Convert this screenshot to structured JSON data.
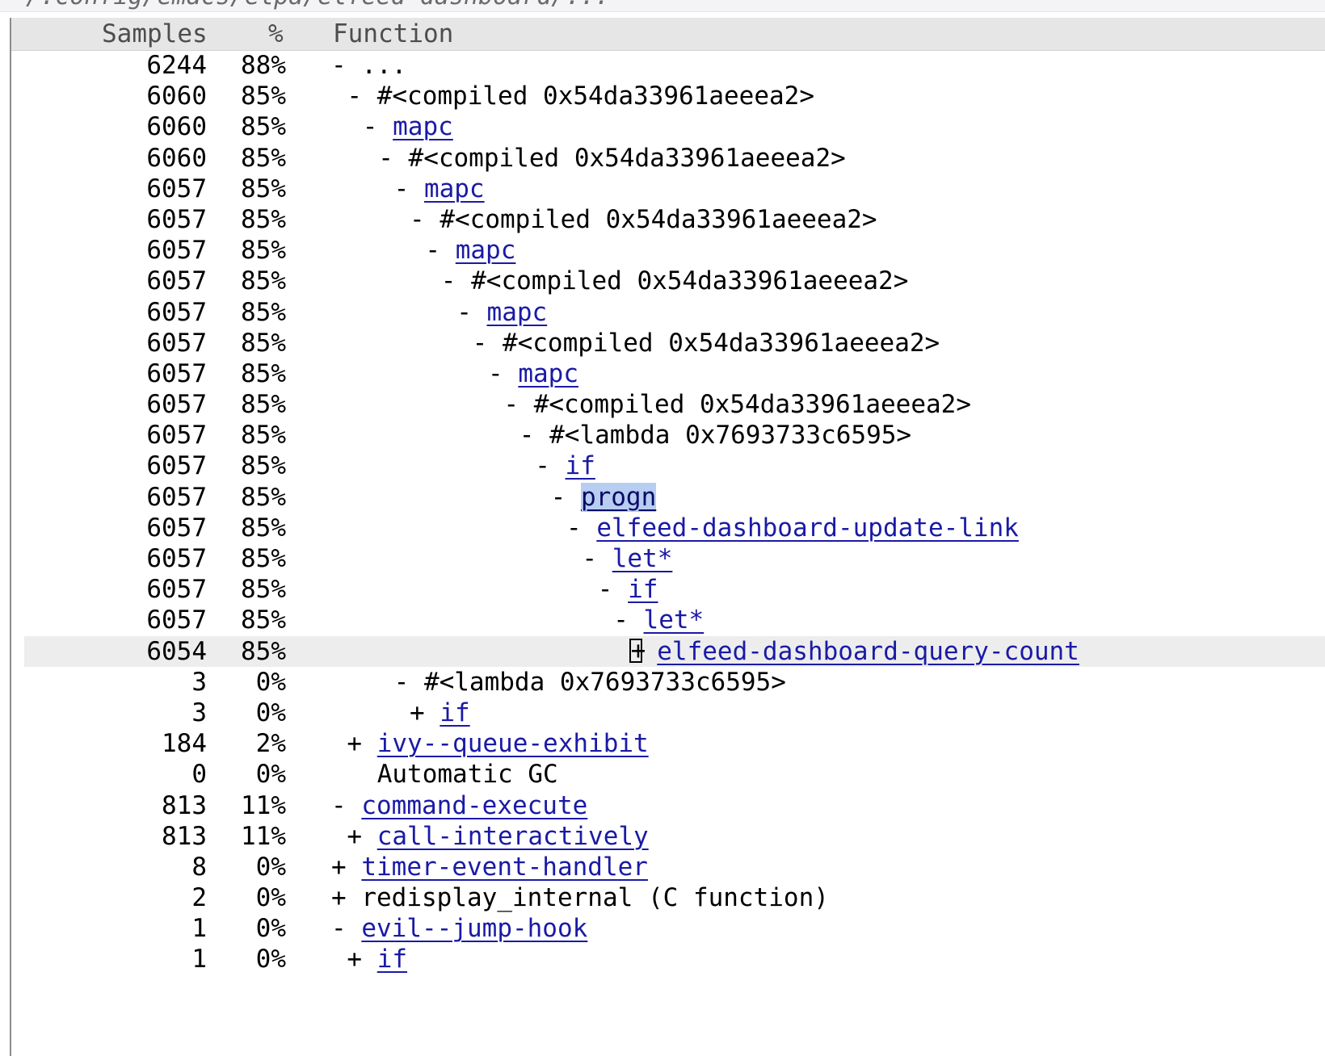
{
  "topbar": {
    "path_text": "~/.config/emacs/elpa/elfeed-dashboard/..."
  },
  "header": {
    "samples": "Samples",
    "percent": "%",
    "function": "Function"
  },
  "rows": [
    {
      "samples": "6244",
      "pct": "88%",
      "indent": 0,
      "marker": "-",
      "name": "...",
      "link": false
    },
    {
      "samples": "6060",
      "pct": "85%",
      "indent": 1,
      "marker": "-",
      "name": "#<compiled 0x54da33961aeeea2>",
      "link": false
    },
    {
      "samples": "6060",
      "pct": "85%",
      "indent": 2,
      "marker": "-",
      "name": "mapc",
      "link": true
    },
    {
      "samples": "6060",
      "pct": "85%",
      "indent": 3,
      "marker": "-",
      "name": "#<compiled 0x54da33961aeeea2>",
      "link": false
    },
    {
      "samples": "6057",
      "pct": "85%",
      "indent": 4,
      "marker": "-",
      "name": "mapc",
      "link": true
    },
    {
      "samples": "6057",
      "pct": "85%",
      "indent": 5,
      "marker": "-",
      "name": "#<compiled 0x54da33961aeeea2>",
      "link": false
    },
    {
      "samples": "6057",
      "pct": "85%",
      "indent": 6,
      "marker": "-",
      "name": "mapc",
      "link": true
    },
    {
      "samples": "6057",
      "pct": "85%",
      "indent": 7,
      "marker": "-",
      "name": "#<compiled 0x54da33961aeeea2>",
      "link": false
    },
    {
      "samples": "6057",
      "pct": "85%",
      "indent": 8,
      "marker": "-",
      "name": "mapc",
      "link": true
    },
    {
      "samples": "6057",
      "pct": "85%",
      "indent": 9,
      "marker": "-",
      "name": "#<compiled 0x54da33961aeeea2>",
      "link": false
    },
    {
      "samples": "6057",
      "pct": "85%",
      "indent": 10,
      "marker": "-",
      "name": "mapc",
      "link": true
    },
    {
      "samples": "6057",
      "pct": "85%",
      "indent": 11,
      "marker": "-",
      "name": "#<compiled 0x54da33961aeeea2>",
      "link": false
    },
    {
      "samples": "6057",
      "pct": "85%",
      "indent": 12,
      "marker": "-",
      "name": "#<lambda 0x7693733c6595>",
      "link": false
    },
    {
      "samples": "6057",
      "pct": "85%",
      "indent": 13,
      "marker": "-",
      "name": "if",
      "link": true
    },
    {
      "samples": "6057",
      "pct": "85%",
      "indent": 14,
      "marker": "-",
      "name": "progn",
      "link": true,
      "region": true
    },
    {
      "samples": "6057",
      "pct": "85%",
      "indent": 15,
      "marker": "-",
      "name": "elfeed-dashboard-update-link",
      "link": true
    },
    {
      "samples": "6057",
      "pct": "85%",
      "indent": 16,
      "marker": "-",
      "name": "let*",
      "link": true
    },
    {
      "samples": "6057",
      "pct": "85%",
      "indent": 17,
      "marker": "-",
      "name": "if",
      "link": true
    },
    {
      "samples": "6057",
      "pct": "85%",
      "indent": 18,
      "marker": "-",
      "name": "let*",
      "link": true
    },
    {
      "samples": "6054",
      "pct": "85%",
      "indent": 19,
      "marker": "+",
      "name": "elfeed-dashboard-query-count",
      "link": true,
      "current": true
    },
    {
      "samples": "3",
      "pct": "0%",
      "indent": 4,
      "marker": "-",
      "name": "#<lambda 0x7693733c6595>",
      "link": false
    },
    {
      "samples": "3",
      "pct": "0%",
      "indent": 5,
      "marker": "+",
      "name": "if",
      "link": true
    },
    {
      "samples": "184",
      "pct": "2%",
      "indent": 1,
      "marker": "+",
      "name": "ivy--queue-exhibit",
      "link": true
    },
    {
      "samples": "0",
      "pct": "0%",
      "indent": 1,
      "marker": " ",
      "name": "Automatic GC",
      "link": false
    },
    {
      "samples": "813",
      "pct": "11%",
      "indent": 0,
      "marker": "-",
      "name": "command-execute",
      "link": true
    },
    {
      "samples": "813",
      "pct": "11%",
      "indent": 1,
      "marker": "+",
      "name": "call-interactively",
      "link": true
    },
    {
      "samples": "8",
      "pct": "0%",
      "indent": 0,
      "marker": "+",
      "name": "timer-event-handler",
      "link": true
    },
    {
      "samples": "2",
      "pct": "0%",
      "indent": 0,
      "marker": "+",
      "name": "redisplay_internal (C function)",
      "link": false
    },
    {
      "samples": "1",
      "pct": "0%",
      "indent": 0,
      "marker": "-",
      "name": "evil--jump-hook",
      "link": true
    },
    {
      "samples": "1",
      "pct": "0%",
      "indent": 1,
      "marker": "+",
      "name": "if",
      "link": true
    }
  ]
}
